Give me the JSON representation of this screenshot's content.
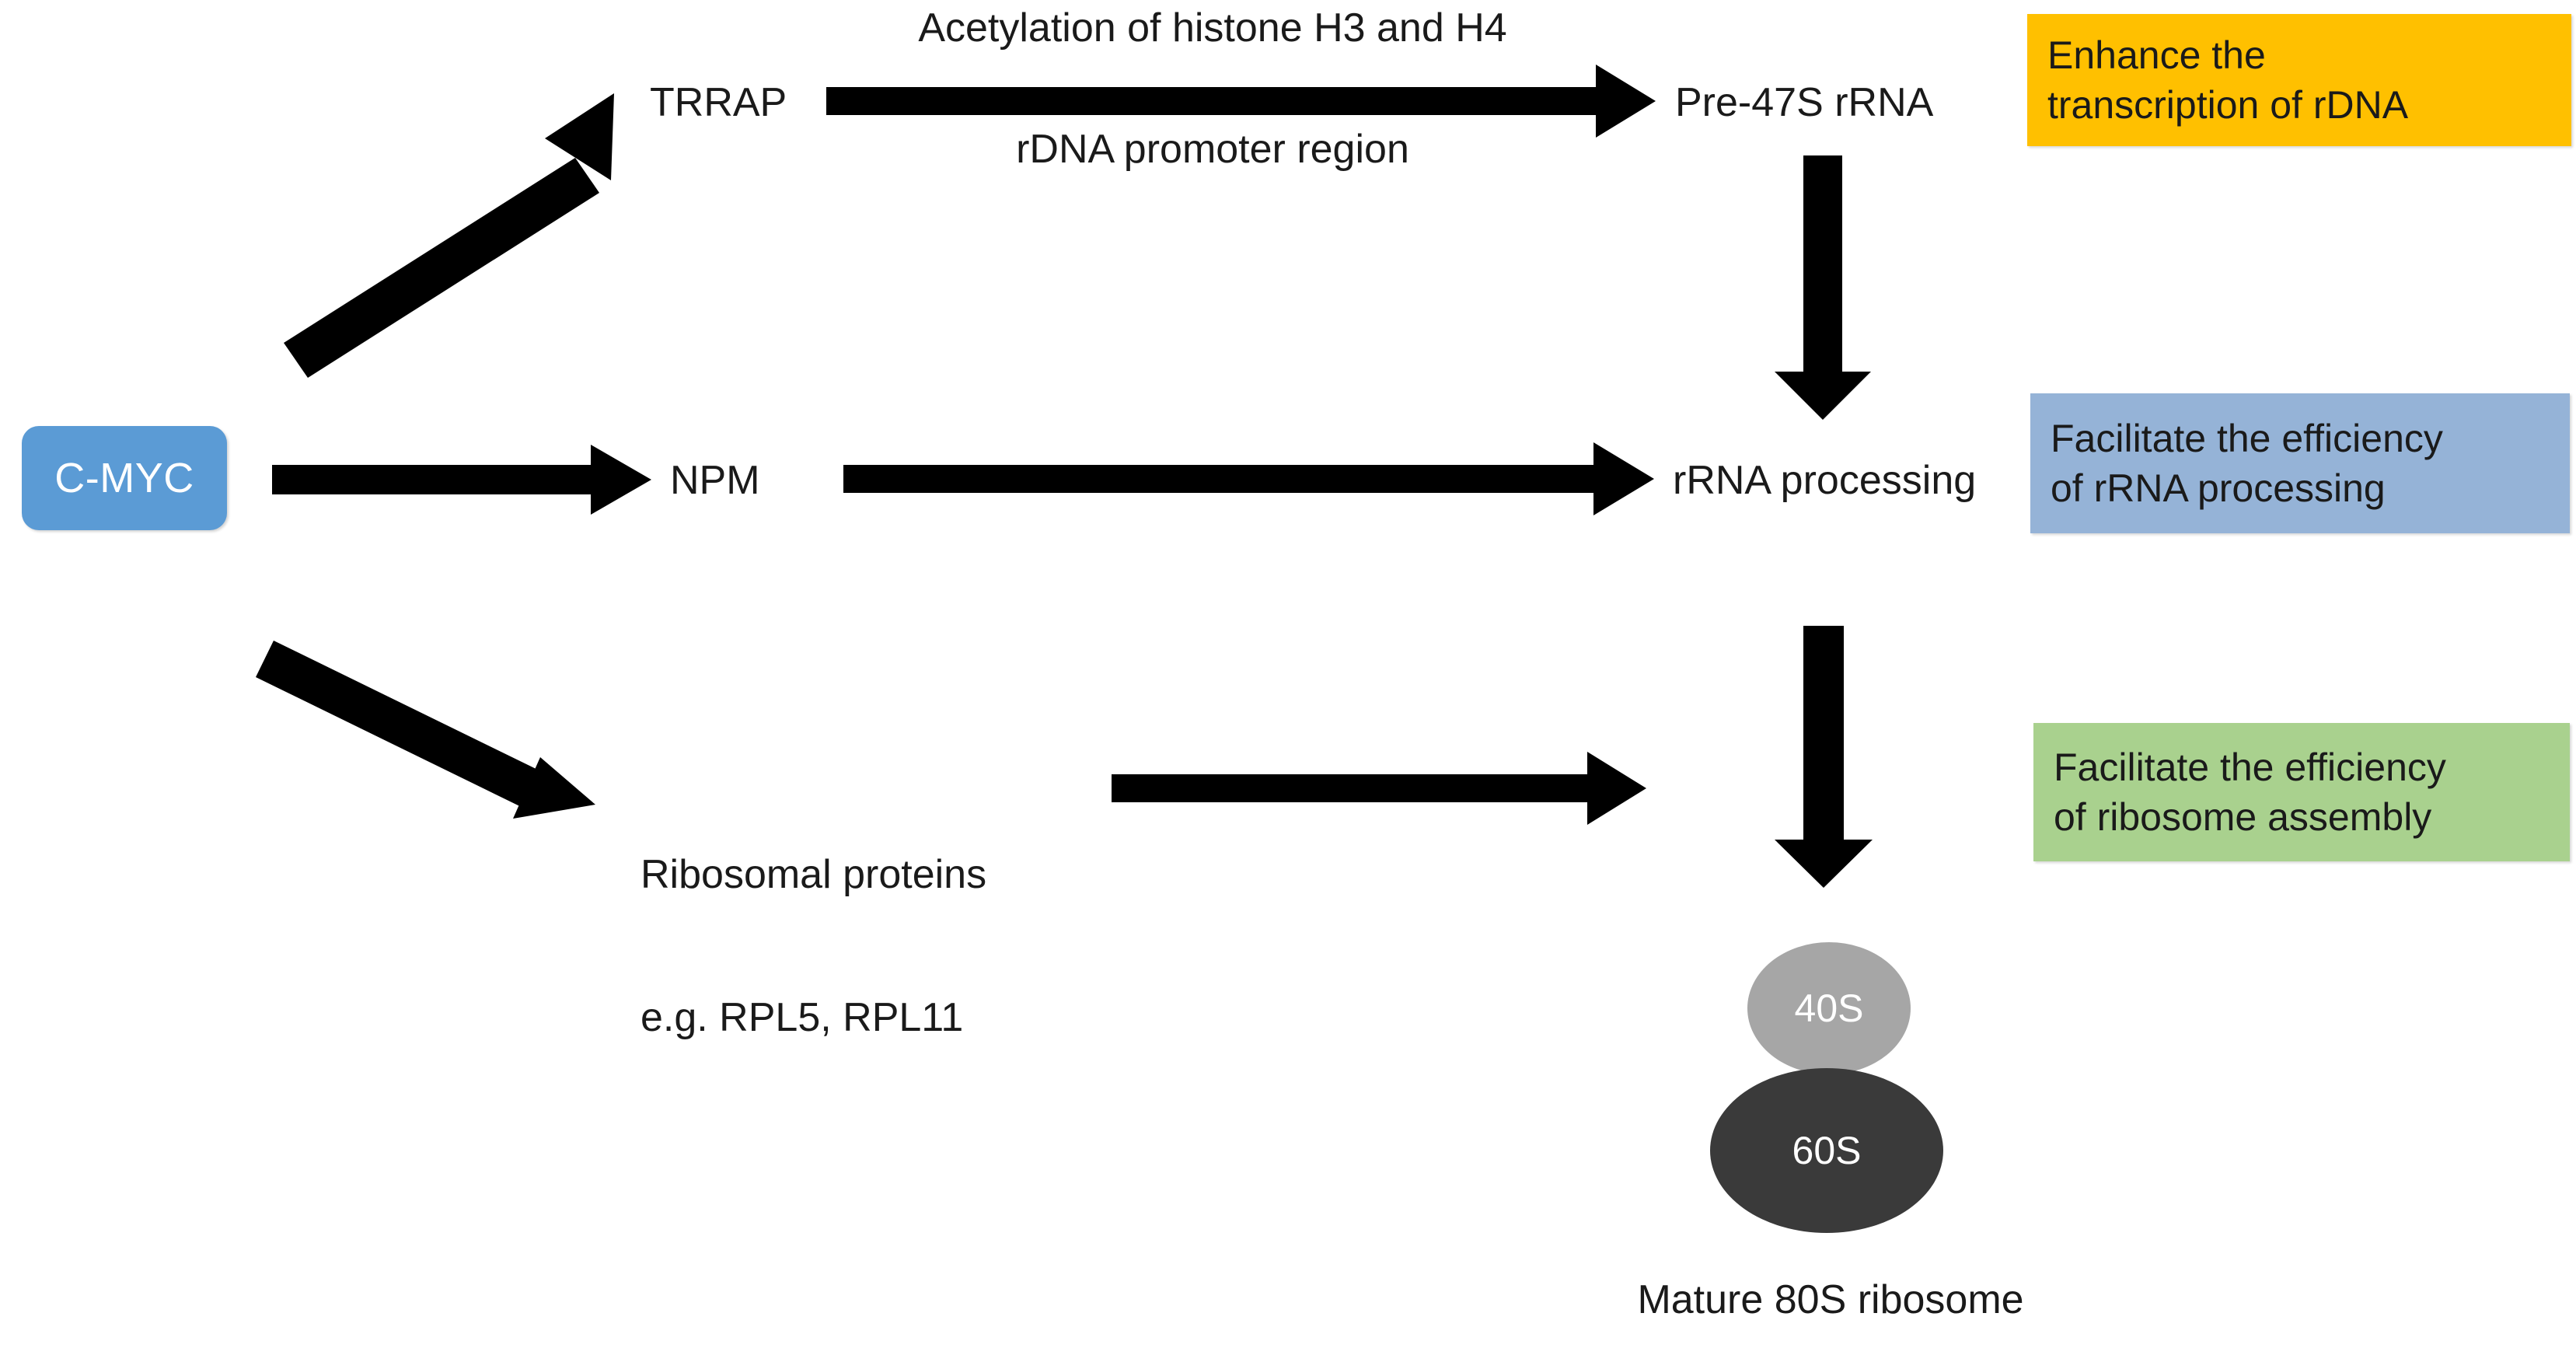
{
  "diagram": {
    "title_text": "",
    "source_node": {
      "label": "C-MYC"
    },
    "branches": [
      {
        "mediator": "TRRAP",
        "edge_label_top": "Acetylation of histone H3 and H4",
        "edge_label_bottom": "rDNA promoter region",
        "product": "Pre-47S rRNA",
        "outcome": {
          "line1": "Enhance the",
          "line2": "transcription of rDNA",
          "color": "#FFC000"
        }
      },
      {
        "mediator": "NPM",
        "edge_label_top": "",
        "edge_label_bottom": "",
        "product": "rRNA processing",
        "outcome": {
          "line1": "Facilitate the efficiency",
          "line2": "of rRNA processing",
          "color": "#95B3D7"
        }
      },
      {
        "mediator_line1": "Ribosomal proteins",
        "mediator_line2": "e.g. RPL5, RPL11",
        "edge_label_top": "",
        "edge_label_bottom": "",
        "product": "",
        "outcome": {
          "line1": "Facilitate the efficiency",
          "line2": "of ribosome assembly",
          "color": "#A9D18E"
        }
      }
    ],
    "ribosome": {
      "small_subunit": {
        "label": "40S",
        "color": "#A6A6A6"
      },
      "large_subunit": {
        "label": "60S",
        "color": "#3A3A3A"
      },
      "caption": "Mature 80S ribosome"
    },
    "colors": {
      "arrow": "#000000",
      "source_box": "#5B9BD5",
      "text": "#1a1a1a",
      "background": "#FFFFFF"
    }
  }
}
